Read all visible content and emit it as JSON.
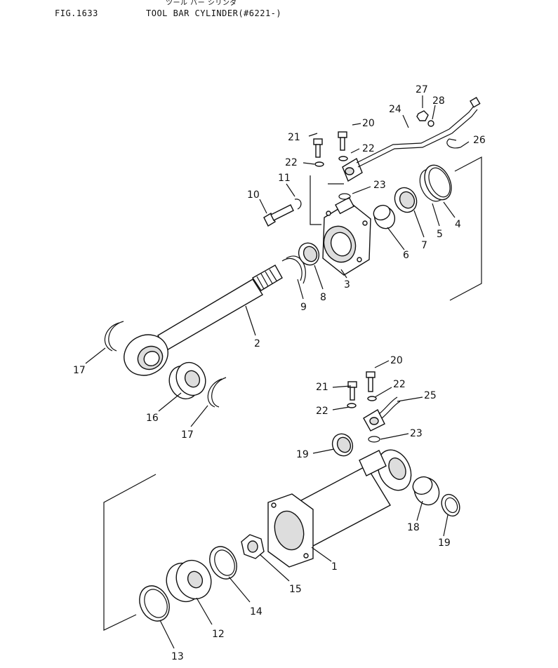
{
  "header": {
    "fig_code": "FIG.1633",
    "title": "TOOL BAR CYLINDER(#6221-)",
    "title_jp": "ツール バー シリンダ"
  },
  "callouts": {
    "c1": "1",
    "c2": "2",
    "c3": "3",
    "c4": "4",
    "c5": "5",
    "c6": "6",
    "c7": "7",
    "c8": "8",
    "c9": "9",
    "c10": "10",
    "c11": "11",
    "c12": "12",
    "c13": "13",
    "c14": "14",
    "c15": "15",
    "c16": "16",
    "c17a": "17",
    "c17b": "17",
    "c18": "18",
    "c19a": "19",
    "c19b": "19",
    "c20a": "20",
    "c20b": "20",
    "c21a": "21",
    "c21b": "21",
    "c22a": "22",
    "c22b": "22",
    "c22c": "22",
    "c22d": "22",
    "c23a": "23",
    "c23b": "23",
    "c24": "24",
    "c25": "25",
    "c26": "26",
    "c27": "27",
    "c28": "28"
  }
}
